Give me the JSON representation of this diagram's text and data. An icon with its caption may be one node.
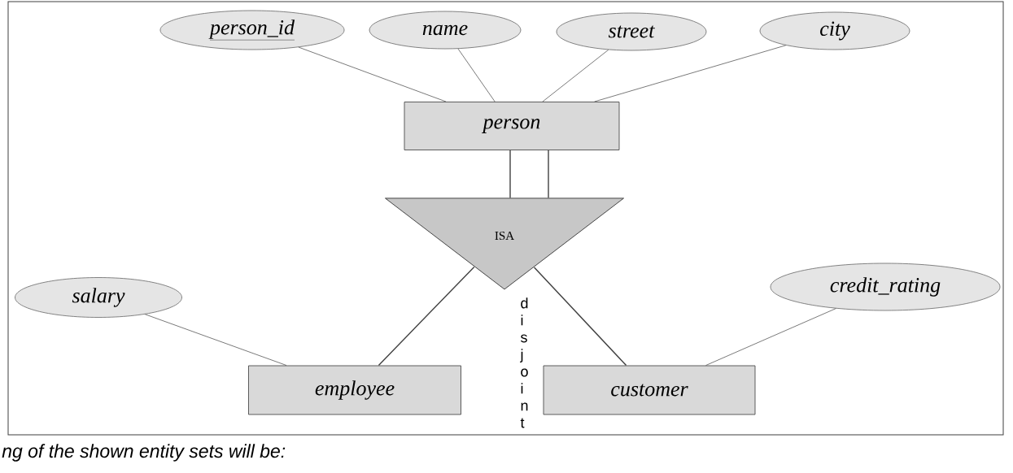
{
  "diagram": {
    "nodes": [
      {
        "text": [
          "person_id"
        ]
      },
      {
        "text": [
          "name"
        ]
      },
      {
        "text": [
          "street"
        ]
      },
      {
        "text": [
          "city"
        ]
      },
      {
        "text": [
          "person"
        ]
      },
      {
        "text": [
          "ISA"
        ]
      },
      {
        "text": [
          "salary"
        ]
      },
      {
        "text": [
          "employee"
        ]
      },
      {
        "text": [
          "customer"
        ]
      },
      {
        "text": [
          "credit_rating"
        ]
      }
    ],
    "edges": [
      {
        "from": 0,
        "to": 4,
        "arrow": "none"
      },
      {
        "from": 1,
        "to": 4,
        "arrow": "none"
      },
      {
        "from": 2,
        "to": 4,
        "arrow": "none"
      },
      {
        "from": 3,
        "to": 4,
        "arrow": "none"
      },
      {
        "from": 4,
        "to": 5,
        "arrow": "none"
      },
      {
        "from": 4,
        "to": 5,
        "arrow": "none"
      },
      {
        "from": 5,
        "to": 7,
        "arrow": "none"
      },
      {
        "from": 5,
        "to": 8,
        "arrow": "none"
      },
      {
        "from": 6,
        "to": 7,
        "arrow": "none"
      },
      {
        "from": 9,
        "to": 8,
        "arrow": "none"
      }
    ],
    "labels": [
      "disjoint",
      "ng of the shown entity sets will be:"
    ]
  }
}
